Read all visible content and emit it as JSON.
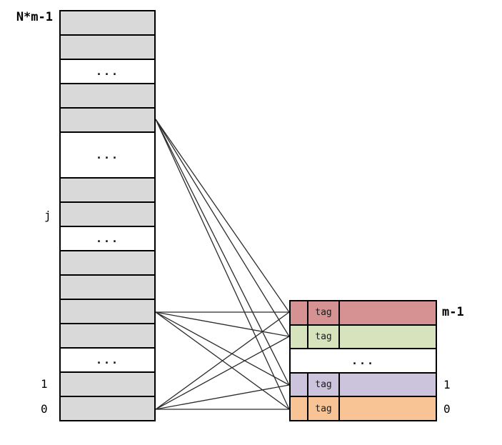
{
  "memory_array": {
    "top_label": "N*m-1",
    "row_j_label": "j",
    "row_1_label": "1",
    "row_0_label": "0",
    "ellipsis": "...",
    "rows": [
      {
        "kind": "block"
      },
      {
        "kind": "block"
      },
      {
        "kind": "ellipsis"
      },
      {
        "kind": "block"
      },
      {
        "kind": "block"
      },
      {
        "kind": "ellipsis",
        "tall": true
      },
      {
        "kind": "block"
      },
      {
        "kind": "block"
      },
      {
        "kind": "ellipsis"
      },
      {
        "kind": "block"
      },
      {
        "kind": "block"
      },
      {
        "kind": "block"
      },
      {
        "kind": "block"
      },
      {
        "kind": "ellipsis"
      },
      {
        "kind": "block"
      },
      {
        "kind": "block"
      }
    ]
  },
  "cache": {
    "top_label": "m-1",
    "row_1_label": "1",
    "row_0_label": "0",
    "tag_label": "tag",
    "ellipsis": "...",
    "rows": [
      {
        "kind": "entry",
        "color": "#d69292"
      },
      {
        "kind": "entry",
        "color": "#d7e3bd"
      },
      {
        "kind": "ellipsis"
      },
      {
        "kind": "entry",
        "color": "#ccc4dd"
      },
      {
        "kind": "entry",
        "color": "#f8c495"
      }
    ]
  },
  "connections": [
    {
      "memory_row": 4,
      "cache_row": 0
    },
    {
      "memory_row": 4,
      "cache_row": 1
    },
    {
      "memory_row": 4,
      "cache_row": 3
    },
    {
      "memory_row": 4,
      "cache_row": 4
    },
    {
      "memory_row": 11,
      "cache_row": 0
    },
    {
      "memory_row": 11,
      "cache_row": 1
    },
    {
      "memory_row": 11,
      "cache_row": 3
    },
    {
      "memory_row": 11,
      "cache_row": 4
    },
    {
      "memory_row": 15,
      "cache_row": 0
    },
    {
      "memory_row": 15,
      "cache_row": 1
    },
    {
      "memory_row": 15,
      "cache_row": 3
    },
    {
      "memory_row": 15,
      "cache_row": 4
    }
  ],
  "colors": {
    "memory_block": "#d9d9d9",
    "border": "#000000",
    "line": "#2b2b2b",
    "background": "#ffffff"
  }
}
